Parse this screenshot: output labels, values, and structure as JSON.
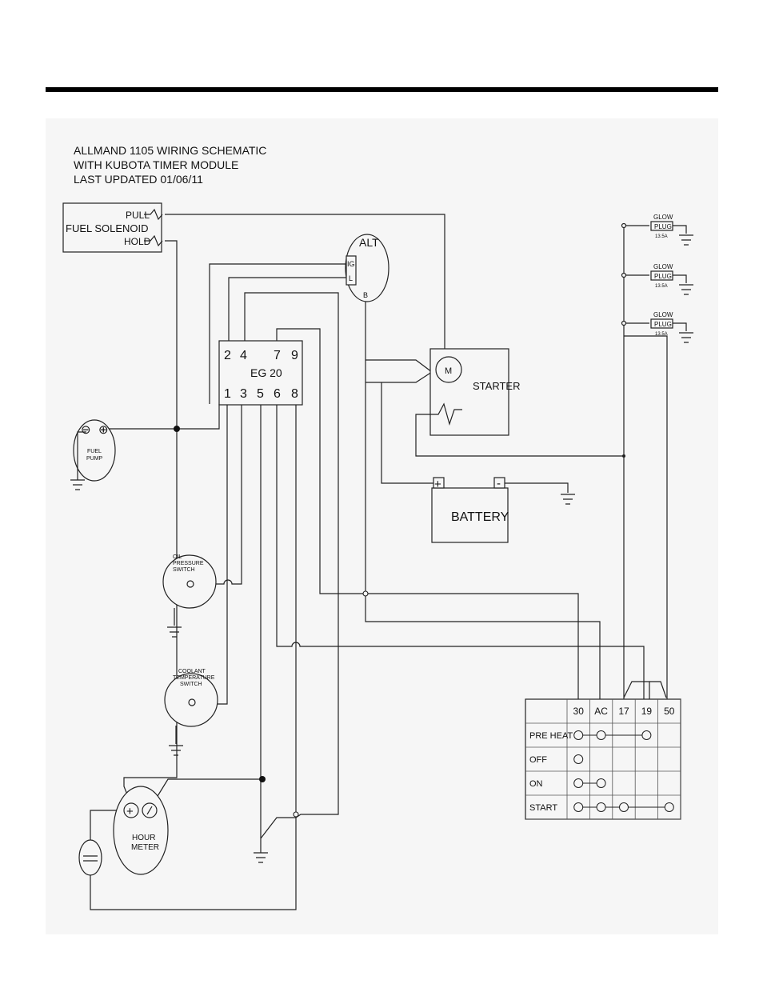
{
  "title": {
    "line1": "ALLMAND 1105 WIRING SCHEMATIC",
    "line2": "WITH KUBOTA TIMER MODULE",
    "line3": "LAST UPDATED 01/06/11"
  },
  "fuel_solenoid": {
    "label": "FUEL SOLENOID",
    "pull": "PULL",
    "hold": "HOLD"
  },
  "alternator": {
    "label": "ALT",
    "terminal_ig": "IG",
    "terminal_l": "L",
    "terminal_b": "B"
  },
  "module": {
    "label": "EG 20",
    "top_pins": [
      "2",
      "4",
      "7",
      "9"
    ],
    "bottom_pins": [
      "1",
      "3",
      "5",
      "6",
      "8"
    ]
  },
  "starter": {
    "label": "STARTER",
    "motor": "M"
  },
  "battery": {
    "label": "BATTERY",
    "plus": "+",
    "minus": "-"
  },
  "fuel_pump": {
    "line1": "FUEL",
    "line2": "PUMP",
    "minus": "⊖",
    "plus": "⊕"
  },
  "oil_switch": {
    "line1": "OIL",
    "line2": "PRESSURE",
    "line3": "SWITCH"
  },
  "coolant_switch": {
    "line1": "COOLANT",
    "line2": "TEMPERATURE",
    "line3": "SWITCH"
  },
  "hour_meter": {
    "line1": "HOUR",
    "line2": "METER"
  },
  "glow_plugs": [
    {
      "label": "GLOW",
      "box": "PLUG",
      "rating": "13.5A"
    },
    {
      "label": "GLOW",
      "box": "PLUG",
      "rating": "13.5A"
    },
    {
      "label": "GLOW",
      "box": "PLUG",
      "rating": "13.5A"
    }
  ],
  "key_switch": {
    "columns": [
      "30",
      "AC",
      "17",
      "19",
      "50"
    ],
    "rows": [
      {
        "label": "PRE HEAT",
        "contacts": [
          1,
          1,
          0,
          1,
          0
        ]
      },
      {
        "label": "OFF",
        "contacts": [
          1,
          0,
          0,
          0,
          0
        ]
      },
      {
        "label": "ON",
        "contacts": [
          1,
          1,
          0,
          0,
          0
        ]
      },
      {
        "label": "START",
        "contacts": [
          1,
          1,
          1,
          0,
          1
        ]
      }
    ]
  }
}
